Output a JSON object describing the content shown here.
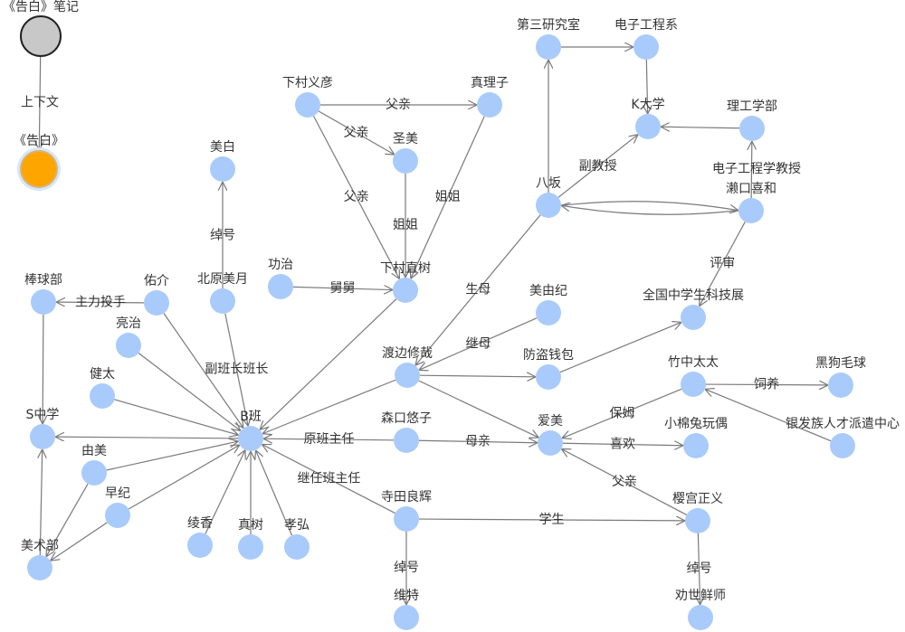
{
  "colors": {
    "node_fill": "#a9cbfb",
    "focus_fill": "#ffa500",
    "focus_ring": "#d9b36a",
    "focus_halo": "#d6e6fb",
    "context_fill": "#c8c8c8",
    "context_stroke": "#222222",
    "edge": "#7a7a7a",
    "text": "#333333"
  },
  "nodes": [
    {
      "id": "note",
      "label": "《告白》笔记",
      "kind": "context"
    },
    {
      "id": "kokuhaku",
      "label": "《告白》",
      "kind": "focus"
    },
    {
      "id": "meibai",
      "label": "美白"
    },
    {
      "id": "kitahara",
      "label": "北原美月"
    },
    {
      "id": "yoshihiko",
      "label": "下村义彦"
    },
    {
      "id": "mariko",
      "label": "真理子"
    },
    {
      "id": "seimi",
      "label": "圣美"
    },
    {
      "id": "naoki",
      "label": "下村直树"
    },
    {
      "id": "koji",
      "label": "功治"
    },
    {
      "id": "daisan",
      "label": "第三研究室"
    },
    {
      "id": "denshi",
      "label": "电子工程系"
    },
    {
      "id": "kdaigaku",
      "label": "K大学"
    },
    {
      "id": "riko",
      "label": "理工学部"
    },
    {
      "id": "yasaka",
      "label": "八坂"
    },
    {
      "id": "seguchi",
      "label": "濑口喜和"
    },
    {
      "id": "kagakuten",
      "label": "全国中学生科技展"
    },
    {
      "id": "miyuki",
      "label": "美由纪"
    },
    {
      "id": "watanabe",
      "label": "渡边修哉"
    },
    {
      "id": "bouto",
      "label": "防盗钱包"
    },
    {
      "id": "takenaka",
      "label": "竹中太太"
    },
    {
      "id": "kuroinu",
      "label": "黑狗毛球"
    },
    {
      "id": "silver",
      "label": "银发族人才派遣中心"
    },
    {
      "id": "aimi",
      "label": "爱美"
    },
    {
      "id": "usagi",
      "label": "小棉兔玩偶"
    },
    {
      "id": "moriguchi",
      "label": "森口悠子"
    },
    {
      "id": "terada",
      "label": "寺田良辉"
    },
    {
      "id": "sakuranomiya",
      "label": "樱宫正义"
    },
    {
      "id": "werther",
      "label": "维特"
    },
    {
      "id": "seishi",
      "label": "劝世鲜师"
    },
    {
      "id": "bclass",
      "label": "B班"
    },
    {
      "id": "yusuke",
      "label": "佑介"
    },
    {
      "id": "yakyubu",
      "label": "棒球部"
    },
    {
      "id": "ryoji",
      "label": "亮治"
    },
    {
      "id": "kenta",
      "label": "健太"
    },
    {
      "id": "schugaku",
      "label": "S中学"
    },
    {
      "id": "yumi",
      "label": "由美"
    },
    {
      "id": "saki",
      "label": "早纪"
    },
    {
      "id": "bijutsubu",
      "label": "美术部"
    },
    {
      "id": "ayaka",
      "label": "绫香"
    },
    {
      "id": "maki",
      "label": "真树"
    },
    {
      "id": "takahiro",
      "label": "孝弘"
    }
  ],
  "edges": [
    {
      "source": "note",
      "target": "kokuhaku",
      "label": "上下文"
    },
    {
      "source": "kitahara",
      "target": "meibai",
      "label": "绰号"
    },
    {
      "source": "yoshihiko",
      "target": "mariko",
      "label": "父亲"
    },
    {
      "source": "yoshihiko",
      "target": "seimi",
      "label": "父亲"
    },
    {
      "source": "yoshihiko",
      "target": "naoki",
      "label": "父亲"
    },
    {
      "source": "seimi",
      "target": "naoki",
      "label": "姐姐"
    },
    {
      "source": "mariko",
      "target": "naoki",
      "label": "姐姐"
    },
    {
      "source": "koji",
      "target": "naoki",
      "label": "舅舅"
    },
    {
      "source": "daisan",
      "target": "denshi",
      "label": ""
    },
    {
      "source": "denshi",
      "target": "kdaigaku",
      "label": ""
    },
    {
      "source": "riko",
      "target": "kdaigaku",
      "label": ""
    },
    {
      "source": "yasaka",
      "target": "daisan",
      "label": ""
    },
    {
      "source": "yasaka",
      "target": "kdaigaku",
      "label": "副教授"
    },
    {
      "source": "seguchi",
      "target": "riko",
      "label": "电子工程学教授"
    },
    {
      "source": "yasaka",
      "target": "seguchi",
      "label": "",
      "curve": 1
    },
    {
      "source": "seguchi",
      "target": "yasaka",
      "label": "",
      "curve": 1
    },
    {
      "source": "yasaka",
      "target": "watanabe",
      "label": "生母"
    },
    {
      "source": "seguchi",
      "target": "kagakuten",
      "label": "评审"
    },
    {
      "source": "miyuki",
      "target": "watanabe",
      "label": "继母"
    },
    {
      "source": "watanabe",
      "target": "bouto",
      "label": ""
    },
    {
      "source": "bouto",
      "target": "kagakuten",
      "label": ""
    },
    {
      "source": "watanabe",
      "target": "aimi",
      "label": ""
    },
    {
      "source": "watanabe",
      "target": "bclass",
      "label": ""
    },
    {
      "source": "takenaka",
      "target": "kuroinu",
      "label": "饲养"
    },
    {
      "source": "silver",
      "target": "takenaka",
      "label": ""
    },
    {
      "source": "takenaka",
      "target": "aimi",
      "label": "保姆"
    },
    {
      "source": "aimi",
      "target": "usagi",
      "label": "喜欢"
    },
    {
      "source": "sakuranomiya",
      "target": "aimi",
      "label": "父亲"
    },
    {
      "source": "moriguchi",
      "target": "aimi",
      "label": "母亲"
    },
    {
      "source": "moriguchi",
      "target": "bclass",
      "label": "原班主任"
    },
    {
      "source": "terada",
      "target": "bclass",
      "label": "继任班主任"
    },
    {
      "source": "terada",
      "target": "sakuranomiya",
      "label": "学生"
    },
    {
      "source": "terada",
      "target": "werther",
      "label": "绰号"
    },
    {
      "source": "sakuranomiya",
      "target": "seishi",
      "label": "绰号"
    },
    {
      "source": "naoki",
      "target": "bclass",
      "label": ""
    },
    {
      "source": "kitahara",
      "target": "bclass",
      "label": "副班长班长"
    },
    {
      "source": "yusuke",
      "target": "bclass",
      "label": ""
    },
    {
      "source": "yusuke",
      "target": "yakyubu",
      "label": "主力投手"
    },
    {
      "source": "yakyubu",
      "target": "schugaku",
      "label": ""
    },
    {
      "source": "ryoji",
      "target": "bclass",
      "label": ""
    },
    {
      "source": "kenta",
      "target": "bclass",
      "label": ""
    },
    {
      "source": "bclass",
      "target": "schugaku",
      "label": ""
    },
    {
      "source": "yumi",
      "target": "bclass",
      "label": ""
    },
    {
      "source": "saki",
      "target": "bclass",
      "label": ""
    },
    {
      "source": "yumi",
      "target": "bijutsubu",
      "label": ""
    },
    {
      "source": "saki",
      "target": "bijutsubu",
      "label": ""
    },
    {
      "source": "bijutsubu",
      "target": "schugaku",
      "label": ""
    },
    {
      "source": "ayaka",
      "target": "bclass",
      "label": ""
    },
    {
      "source": "maki",
      "target": "bclass",
      "label": ""
    },
    {
      "source": "takahiro",
      "target": "bclass",
      "label": ""
    }
  ]
}
